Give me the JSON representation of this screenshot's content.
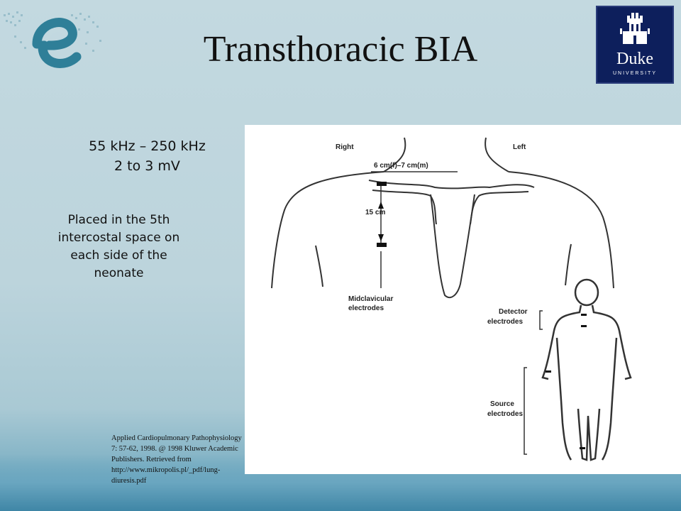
{
  "title": "Transthoracic BIA",
  "logo": {
    "brand": "Duke",
    "subtitle": "UNIVERSITY"
  },
  "frequency": {
    "line1": "55 kHz – 250 kHz",
    "line2": "2 to 3 mV"
  },
  "placement_note": "Placed in the 5th intercostal space on each side of the neonate",
  "citation": "Applied Cardiopulmonary Pathophysiology 7: 57-62, 1998. @ 1998 Kluwer Academic Publishers. Retrieved from http://www.mikropolis.pl/_pdf/lung-diuresis.pdf",
  "figure": {
    "label_right": "Right",
    "label_left": "Left",
    "label_spacing": "6 cm(f)–7 cm(m)",
    "label_distance": "15 cm",
    "label_midclavicular_1": "Midclavicular",
    "label_midclavicular_2": "electrodes",
    "label_detector_1": "Detector",
    "label_detector_2": "electrodes",
    "label_source_1": "Source",
    "label_source_2": "electrodes"
  },
  "colors": {
    "background": "#bcd4dc",
    "duke_blue": "#0d1f5c",
    "text": "#111111"
  }
}
